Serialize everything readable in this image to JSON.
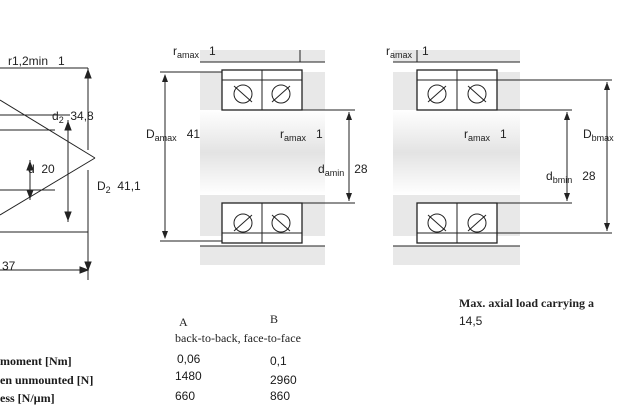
{
  "left_dims": {
    "r1_label": "r1,2min",
    "r1_value": "1",
    "d2_label": "d",
    "d2_sub": "2",
    "d2_value": "34,8",
    "d_label": "d",
    "d_value": "20",
    "D2_label": "D",
    "D2_sub": "2",
    "D2_value": "41,1",
    "b_value": "37"
  },
  "mid_dims": {
    "ra_top_label": "r",
    "ra_top_sub": "amax",
    "ra_top_value": "1",
    "Da_label": "D",
    "Da_sub": "amax",
    "Da_value": "41",
    "ra_mid_label": "r",
    "ra_mid_sub": "amax",
    "ra_mid_value": "1",
    "da_label": "d",
    "da_sub": "amin",
    "da_value": "28"
  },
  "right_dims": {
    "ra_top_label": "r",
    "ra_top_sub": "amax",
    "ra_top_value": "1",
    "ra_mid_label": "r",
    "ra_mid_sub": "amax",
    "ra_mid_value": "1",
    "Db_label": "D",
    "Db_sub": "bmax",
    "db_label": "d",
    "db_sub": "bmin",
    "db_value": "28"
  },
  "table": {
    "col_a_letter": "A",
    "col_b_letter": "B",
    "col_header": "back-to-back, face-to-face",
    "rows": [
      {
        "label": "moment [Nm]",
        "a": "0,06",
        "b": "0,1"
      },
      {
        "label": "en unmounted [N]",
        "a": "1480",
        "b": "2960"
      },
      {
        "label": "ess [N/µm]",
        "a": "660",
        "b": "860"
      }
    ]
  },
  "axial": {
    "title": "Max. axial load carrying a",
    "value": "14,5"
  }
}
